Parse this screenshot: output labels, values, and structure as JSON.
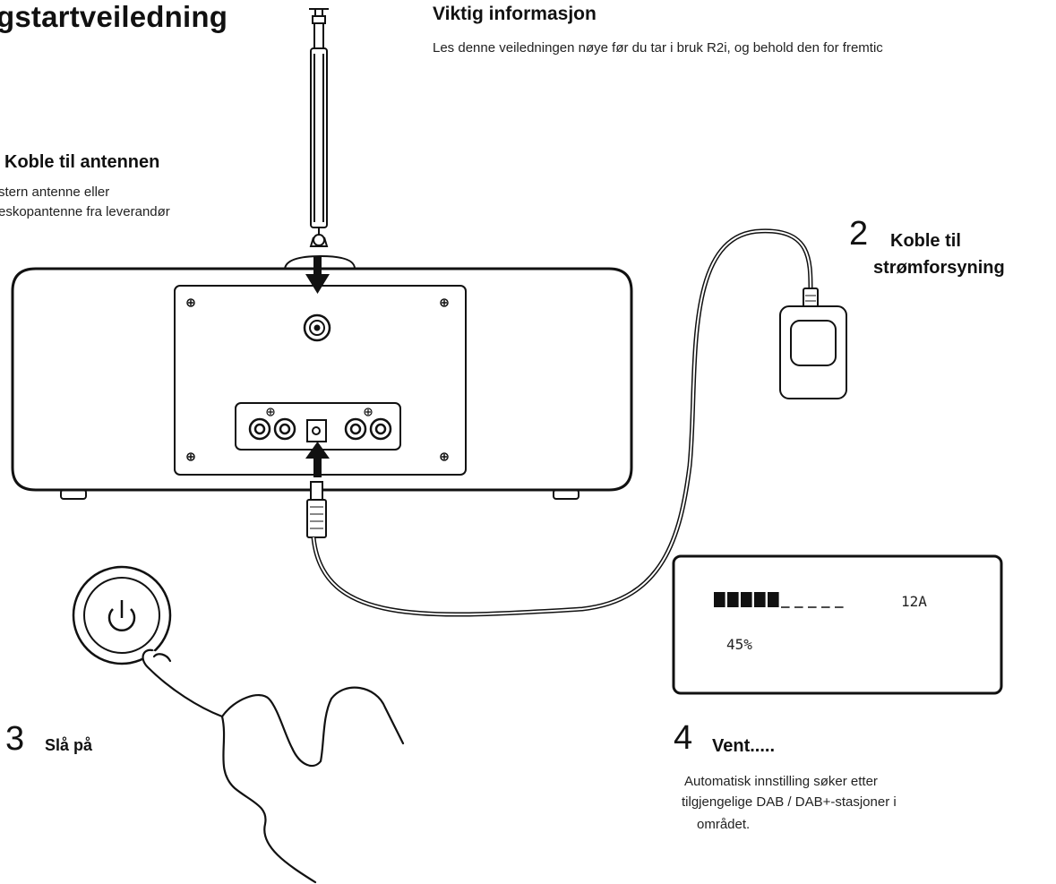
{
  "header": {
    "title": "gstartveiledning",
    "info_heading": "Viktig informasjon",
    "info_text": "Les denne veiledningen nøye før du tar i bruk R2i, og behold den for fremtic"
  },
  "step1": {
    "heading": "Koble til antennen",
    "line1": "stern antenne eller",
    "line2": "eskopantenne fra leverandør"
  },
  "step2": {
    "number": "2",
    "heading_line1": "Koble til",
    "heading_line2": "strømforsyning"
  },
  "step3": {
    "number": "3",
    "heading": "Slå på"
  },
  "step4": {
    "number": "4",
    "heading": "Vent.....",
    "line1": "Automatisk innstilling søker etter",
    "line2": "tilgjengelige DAB / DAB+-stasjoner i",
    "line3": "området."
  },
  "display": {
    "channel": "12A",
    "progress_text": "45%",
    "progress_fraction": 0.45,
    "progress_blocks_filled": 5,
    "progress_blocks_total": 10
  },
  "icons": [
    "antenna-icon",
    "radio-icon",
    "power-adapter-icon",
    "power-button-icon",
    "finger-icon",
    "arrow-down-icon",
    "arrow-up-icon"
  ]
}
